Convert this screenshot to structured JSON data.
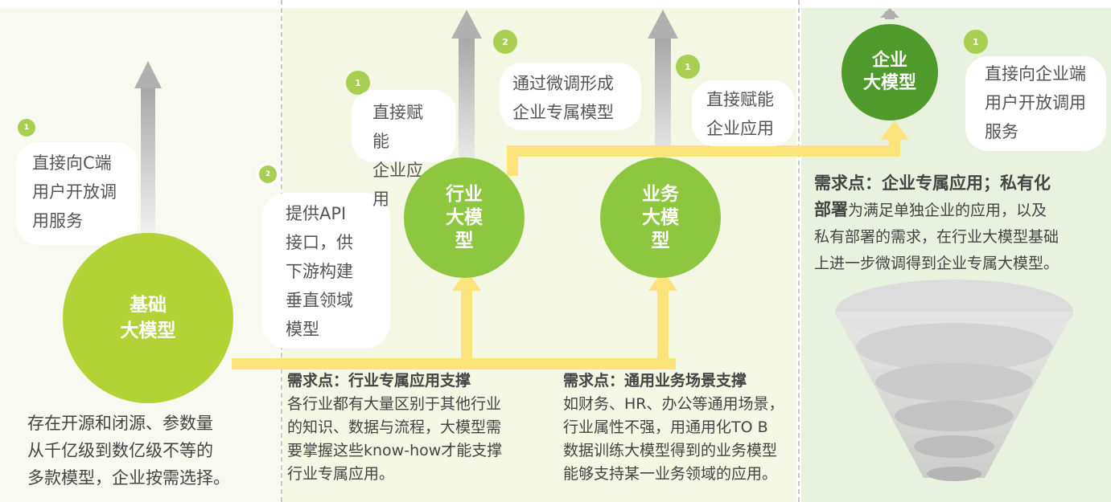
{
  "left": {
    "badge": "1",
    "bubble_lines": [
      "直接向C端",
      "用户开放调",
      "用服务"
    ],
    "api_badge": "2",
    "api_lines": [
      "提供API",
      "接口，供",
      "下游构建",
      "垂直领域",
      "模型"
    ],
    "circle_lines": [
      "基础",
      "大模型"
    ],
    "desc_lines": [
      "存在开源和闭源、参数量",
      "从千亿级到数亿级不等的",
      "多款模型，企业按需选择。"
    ]
  },
  "middle": {
    "industry_badge": "1",
    "industry_bubble": [
      "直接赋能",
      "企业应用"
    ],
    "finetune_badge": "2",
    "finetune_bubble": [
      "通过微调形成",
      "企业专属模型"
    ],
    "business_badge": "1",
    "business_bubble": [
      "直接赋能",
      "企业应用"
    ],
    "industry_circle": [
      "行业",
      "大模",
      "型"
    ],
    "business_circle": [
      "业务",
      "大模",
      "型"
    ],
    "industry_heading": "需求点：行业专属应用支撑",
    "industry_desc": [
      "各行业都有大量区别于其他行业",
      "的知识、数据与流程，大模型需",
      "要掌握这些know-how才能支撑",
      "行业专属应用。"
    ],
    "business_heading": "需求点：通用业务场景支撑",
    "business_desc": [
      "如财务、HR、办公等通用场景，",
      "行业属性不强，用通用化TO B",
      "数据训练大模型得到的业务模型",
      "能够支持某一业务领域的应用。"
    ]
  },
  "right": {
    "badge": "1",
    "bubble_lines": [
      "直接向企业端",
      "用户开放调用",
      "服务"
    ],
    "circle_lines": [
      "企业",
      "大模型"
    ],
    "heading_line1": "需求点：企业专属应用；私有化",
    "heading_bold2": "部署",
    "rest_line2": "为满足单独企业的应用，以及",
    "desc_lines": [
      "私有部署的需求，在行业大模型基础",
      "上进一步微调得到企业专属大模型。"
    ]
  },
  "colors": {
    "panel_left": "#f8faf2",
    "panel_mid": "#f3f7e4",
    "panel_right": "#e9f1df",
    "circle_light": "#b3d236",
    "circle_mid": "#8dc63f",
    "circle_dark": "#4f9a2a",
    "yellow": "#fde47a",
    "badge": "#a8cf52"
  }
}
